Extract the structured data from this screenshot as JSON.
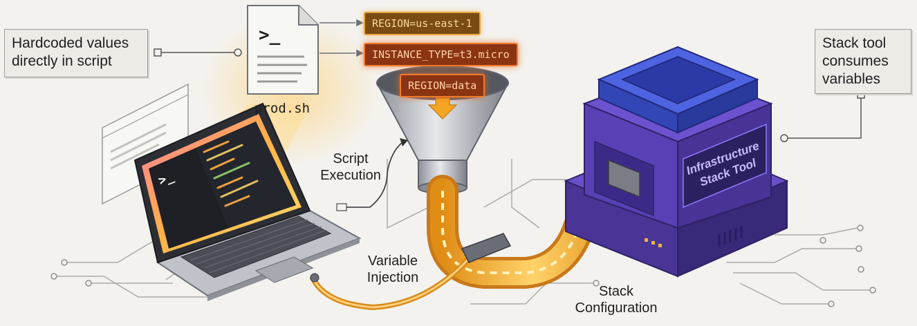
{
  "callouts": {
    "hardcoded": [
      "Hardcoded values",
      "directly in script"
    ],
    "consumes": [
      "Stack tool",
      "consumes",
      "variables"
    ]
  },
  "file": {
    "name": "prod.sh",
    "prompt_glyph": ">_"
  },
  "env_vars": {
    "region": "REGION=us-east-1",
    "instance_type": "INSTANCE_TYPE=t3.micro",
    "region_data": "REGION=data"
  },
  "labels": {
    "script_execution": [
      "Script",
      "Execution"
    ],
    "variable_injection": [
      "Variable",
      "Injection"
    ],
    "stack_configuration": [
      "Stack",
      "Configuration"
    ]
  },
  "tool": {
    "name": [
      "Infrastructure",
      "Stack Tool"
    ]
  },
  "colors": {
    "background": "#f3f2ee",
    "cable": "#f2b23a",
    "tool_body": "#5a3fb0",
    "tool_top": "#3b4fd0",
    "chip_fill": "#7a4b13",
    "chip_border": "#e6a63b"
  }
}
